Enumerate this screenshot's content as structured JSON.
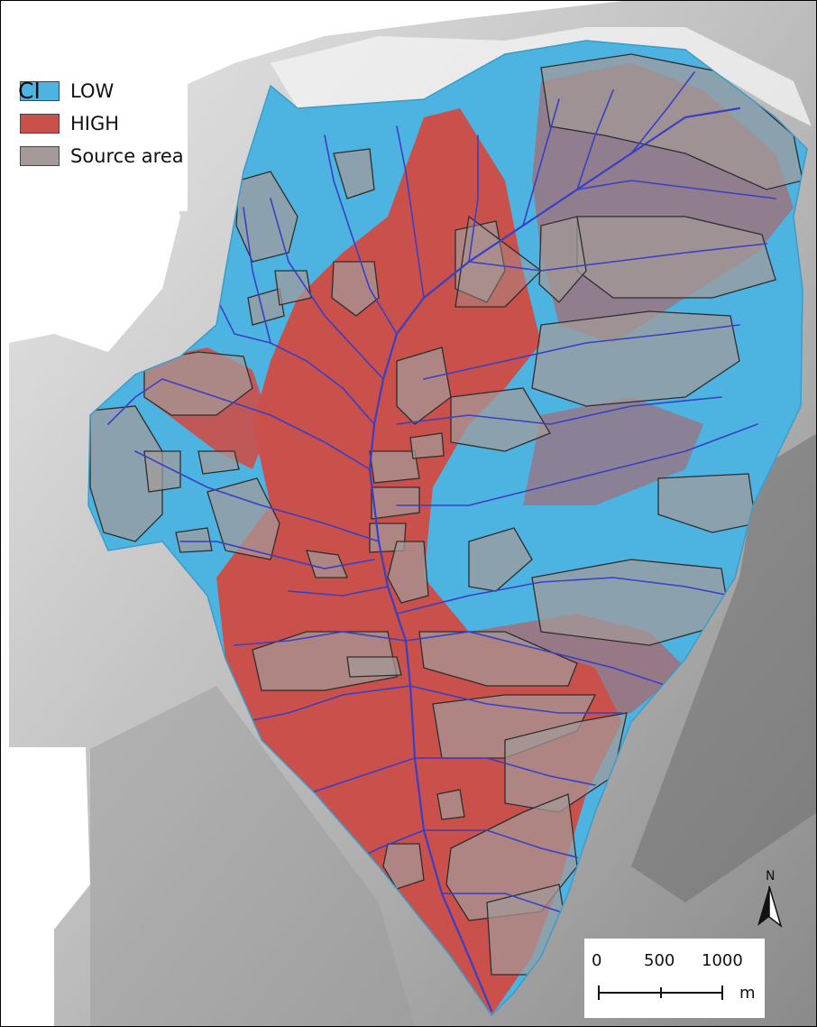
{
  "legend": {
    "title": "CI",
    "items": [
      {
        "label": "LOW",
        "color": "#4db3e0"
      },
      {
        "label": "HIGH",
        "color": "#c9504b"
      },
      {
        "label": "Source area",
        "color": "#a39a99"
      }
    ]
  },
  "north_arrow": {
    "label": "N"
  },
  "scale_bar": {
    "ticks": [
      "0",
      "500",
      "1000"
    ],
    "unit": "m"
  },
  "colors": {
    "hillshade": "#cfcfcf",
    "low": "#4db3e0",
    "high": "#c9504b",
    "source_area": "#a39a99",
    "streams": "#3a3fc4"
  }
}
